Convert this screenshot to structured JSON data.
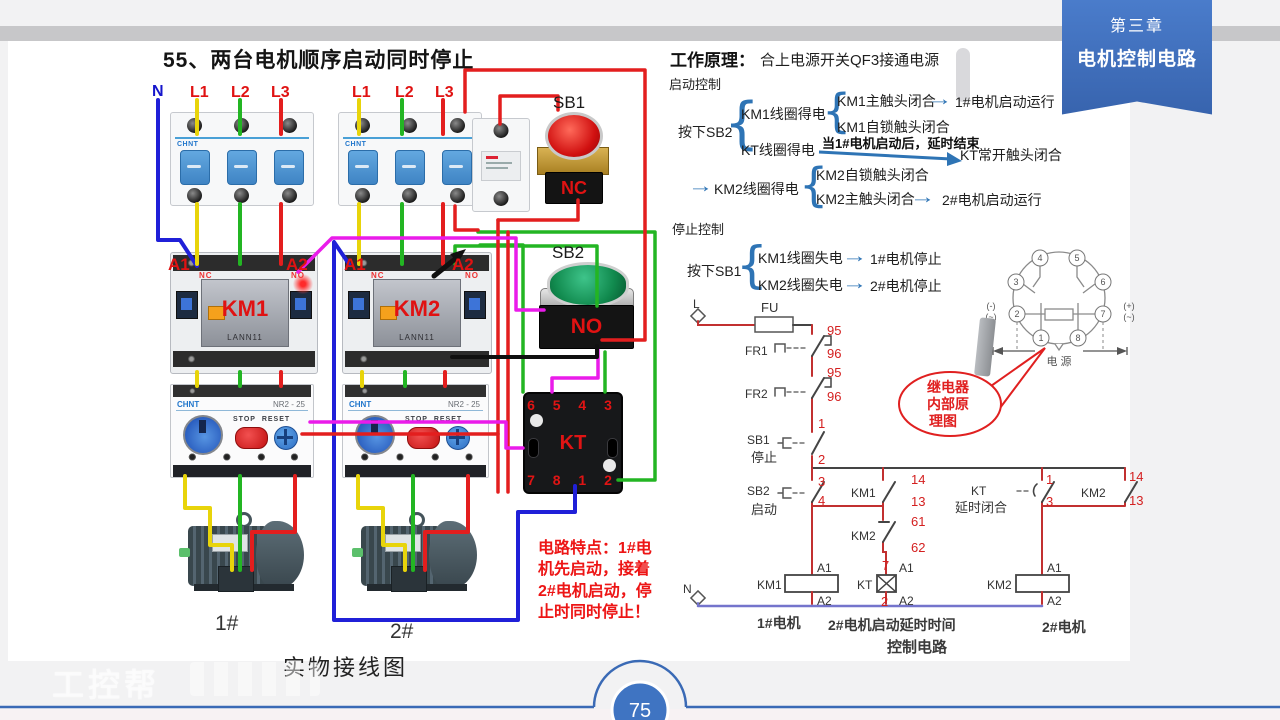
{
  "ribbon": {
    "line1": "第三章",
    "line2": "电机控制电路"
  },
  "footer": {
    "page_number": "75"
  },
  "watermark": "工控帮",
  "wiring": {
    "title": "55、两台电机顺序启动同时停止",
    "caption": "实物接线图",
    "note": "电路特点：1#电机先启动，接着2#电机启动，停止时同时停止！",
    "n": "N",
    "l1": "L1",
    "l2": "L2",
    "l3": "L3",
    "sb1": "SB1",
    "sb2": "SB2",
    "nc": "NC",
    "no": "NO",
    "km1": "KM1",
    "km2": "KM2",
    "kt": "KT",
    "a1": "A1",
    "a2": "A2",
    "kt_top_pins": "6 5 4 3",
    "kt_bottom_pins": "7 8 1 2",
    "motor1": "1#",
    "motor2": "2#",
    "brand": "CHNT",
    "relay_model": "NR2 - 25",
    "contactor_model": "LANN11",
    "stop": "STOP",
    "reset": "RESET"
  },
  "principle": {
    "heading": "工作原理：",
    "heading_sub": "合上电源开关QF3接通电源",
    "start_section": "启动控制",
    "press_sb2": "按下SB2",
    "km1_coil": "KM1线圈得电",
    "km1_main": "KM1主触头闭合",
    "motor1_run": "1#电机启动运行",
    "km1_latch": "KM1自锁触头闭合",
    "kt_coil": "KT线圈得电",
    "delay_note": "当1#电机启动后，延时结束",
    "kt_close": "KT常开触头闭合",
    "km2_coil": "KM2线圈得电",
    "km2_latch": "KM2自锁触头闭合",
    "km2_main": "KM2主触头闭合",
    "motor2_run": "2#电机启动运行",
    "stop_section": "停止控制",
    "press_sb1": "按下SB1",
    "km1_off": "KM1线圈失电",
    "motor1_stop": "1#电机停止",
    "km2_off": "KM2线圈失电",
    "motor2_stop": "2#电机停止",
    "brace": "{",
    "arrow": "→"
  },
  "schematic": {
    "l": "L",
    "n": "N",
    "fu": "FU",
    "fr1": "FR1",
    "fr2": "FR2",
    "sb1": "SB1",
    "sb1_role": "停止",
    "sb2": "SB2",
    "sb2_role": "启动",
    "km1_aux": "KM1",
    "km2_nc": "KM2",
    "kt_aux": "KT",
    "kt_role": "延时闭合",
    "km2_aux": "KM2",
    "km1_coil": "KM1",
    "kt_coil": "KT",
    "km2_coil": "KM2",
    "p95a": "95",
    "p96a": "96",
    "p95b": "95",
    "p96b": "96",
    "p1": "1",
    "p2": "2",
    "p3": "3",
    "p4": "4",
    "p14a": "14",
    "p13a": "13",
    "p61": "61",
    "p62": "62",
    "p7": "7",
    "p2c": "2",
    "p1b": "1",
    "p3b": "3",
    "p14b": "14",
    "p13b": "13",
    "a1": "A1",
    "a2": "A2",
    "m1_label": "1#电机",
    "delay_label": "2#电机启动延时时间",
    "m2_label": "2#电机",
    "caption": "控制电路",
    "callout1": "继电器",
    "callout2": "内部原",
    "callout3": "理图",
    "relay_pins": [
      "1",
      "2",
      "3",
      "4",
      "5",
      "6",
      "7",
      "8"
    ],
    "relay_left1": "(-)",
    "relay_left2": "(~)",
    "relay_right1": "(+)",
    "relay_right2": "(~)",
    "relay_power": "电 源"
  }
}
